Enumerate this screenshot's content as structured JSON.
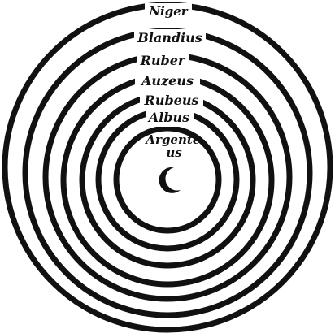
{
  "diagram": {
    "colors": {
      "ink": "#111111",
      "paper": "#ffffff"
    },
    "rings": [
      {
        "label": "Niger"
      },
      {
        "label": "Blandius"
      },
      {
        "label": "Ruber"
      },
      {
        "label": "Auzeus"
      },
      {
        "label": "Rubeus"
      },
      {
        "label": "Albus"
      },
      {
        "label": "Argentēus",
        "label_line1": "Argente-",
        "label_line2": "us"
      }
    ],
    "center_symbol": "crescent-moon-icon"
  }
}
